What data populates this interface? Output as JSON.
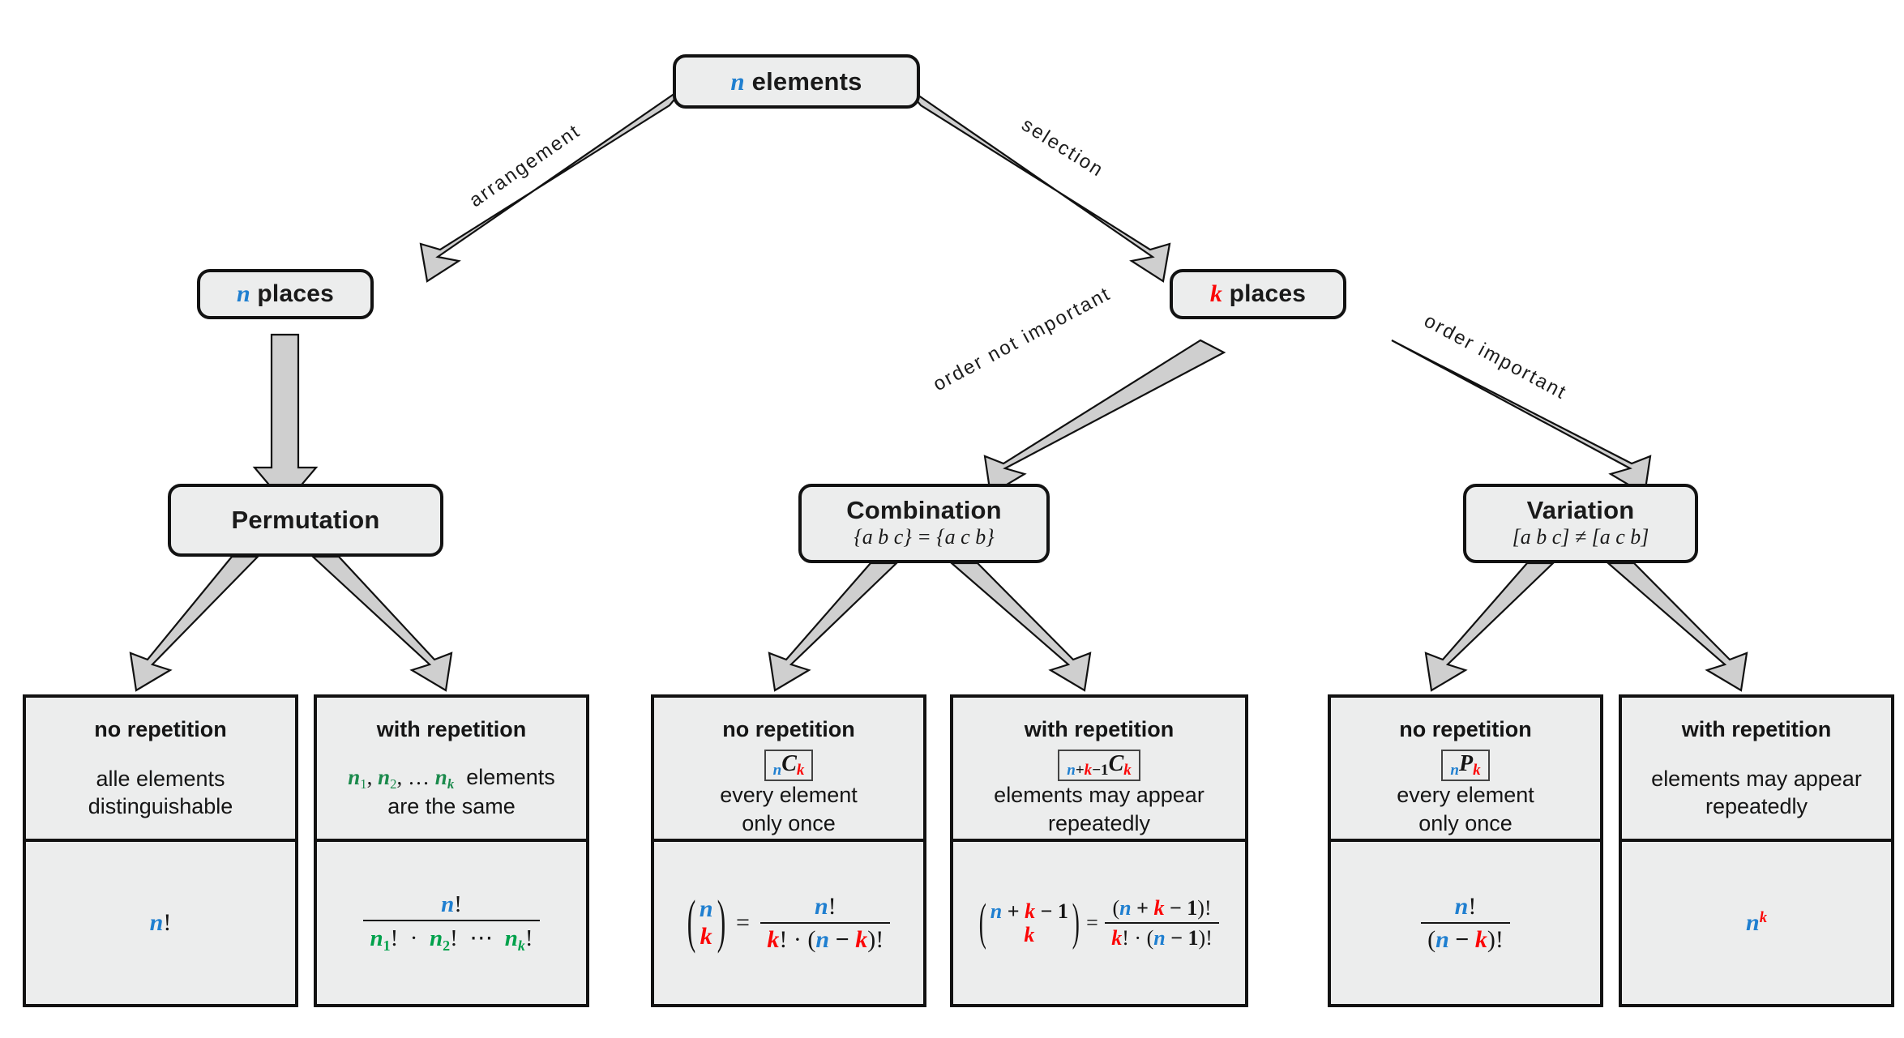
{
  "diagram": {
    "title": "Combinatorics decision tree",
    "colors": {
      "n_blue": "#1f7fd0",
      "k_red": "#fb0606",
      "group_green": "#00a14b",
      "box_fill": "#eceded",
      "box_stroke": "#121212",
      "arrow_fill": "#cfcfcf",
      "background": "#ffffff"
    },
    "root": {
      "label_var": "n",
      "label_text": " elements"
    },
    "edges": [
      {
        "name": "arrangement",
        "label": "arrangement"
      },
      {
        "name": "selection",
        "label": "selection"
      },
      {
        "name": "order-not-important",
        "label": "order not important"
      },
      {
        "name": "order-important",
        "label": "order important"
      }
    ],
    "level2": [
      {
        "var": "n",
        "var_color": "blue",
        "text": " places"
      },
      {
        "var": "k",
        "var_color": "red",
        "text": " places"
      }
    ],
    "level3": [
      {
        "title": "Permutation",
        "subtitle": ""
      },
      {
        "title": "Combination",
        "subtitle": "{a b c} = {a c b}"
      },
      {
        "title": "Variation",
        "subtitle": "[a b c] ≠ [a c b]"
      }
    ],
    "leaves": [
      {
        "id": "permutation-no-repetition",
        "heading": "no repetition",
        "symbol": "",
        "desc_line1": "alle elements",
        "desc_line2": "distinguishable",
        "formula": "n!"
      },
      {
        "id": "permutation-with-repetition",
        "heading": "with repetition",
        "symbol": "",
        "desc_line1": "n₁, n₂, … nₖ elements",
        "desc_line2": "are the same",
        "formula": "n! / (n₁! · n₂! ⋯ nₖ!)"
      },
      {
        "id": "combination-no-repetition",
        "heading": "no repetition",
        "symbol": "nCk",
        "desc_line1": "every element",
        "desc_line2": "only once",
        "formula": "(n over k) = n! / (k! · (n − k)!)"
      },
      {
        "id": "combination-with-repetition",
        "heading": "with repetition",
        "symbol": "n+k−1Ck",
        "desc_line1": "elements may appear",
        "desc_line2": "repeatedly",
        "formula": "(n+k−1 over k) = (n + k − 1)! / (k! · (n − 1)!)"
      },
      {
        "id": "variation-no-repetition",
        "heading": "no repetition",
        "symbol": "nPk",
        "desc_line1": "every element",
        "desc_line2": "only once",
        "formula": "n! / (n − k)!"
      },
      {
        "id": "variation-with-repetition",
        "heading": "with repetition",
        "symbol": "",
        "desc_line1": "elements may appear",
        "desc_line2": "repeatedly",
        "formula": "n^k"
      }
    ],
    "glyphs": {
      "n": "n",
      "k": "k",
      "C": "C",
      "P": "P",
      "one": "1",
      "plus": "+",
      "minus": "−",
      "equals": "=",
      "bang": "!",
      "dot": "·",
      "ldots": "⋯",
      "paren_open": "(",
      "paren_close": ")",
      "sub1": "1",
      "sub2": "2",
      "subk": "k",
      "comma": ",",
      "ellipsis": "…",
      "elements_word": "elements",
      "nplace": " places"
    }
  }
}
